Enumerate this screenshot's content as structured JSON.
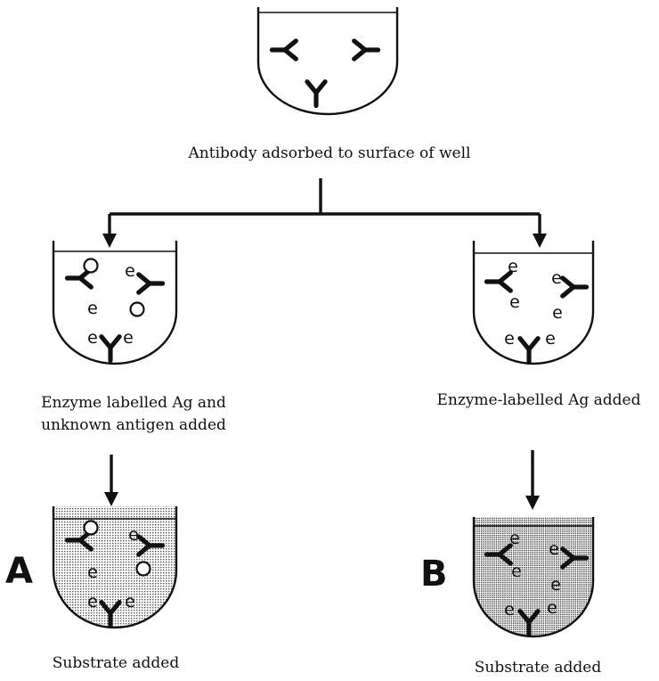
{
  "captions": {
    "top": "Antibody adsorbed to surface of well",
    "left_line1": "Enzyme labelled Ag and",
    "left_line2": "unknown antigen added",
    "right": "Enzyme-labelled Ag added",
    "substrate_a": "Substrate added",
    "substrate_b": "Substrate added"
  },
  "panels": {
    "a": "A",
    "b": "B"
  },
  "enzyme_label": "e",
  "colors": {
    "ink": "#111111",
    "fill_a": "#dcdcdc",
    "fill_b": "#c4c4c4"
  }
}
